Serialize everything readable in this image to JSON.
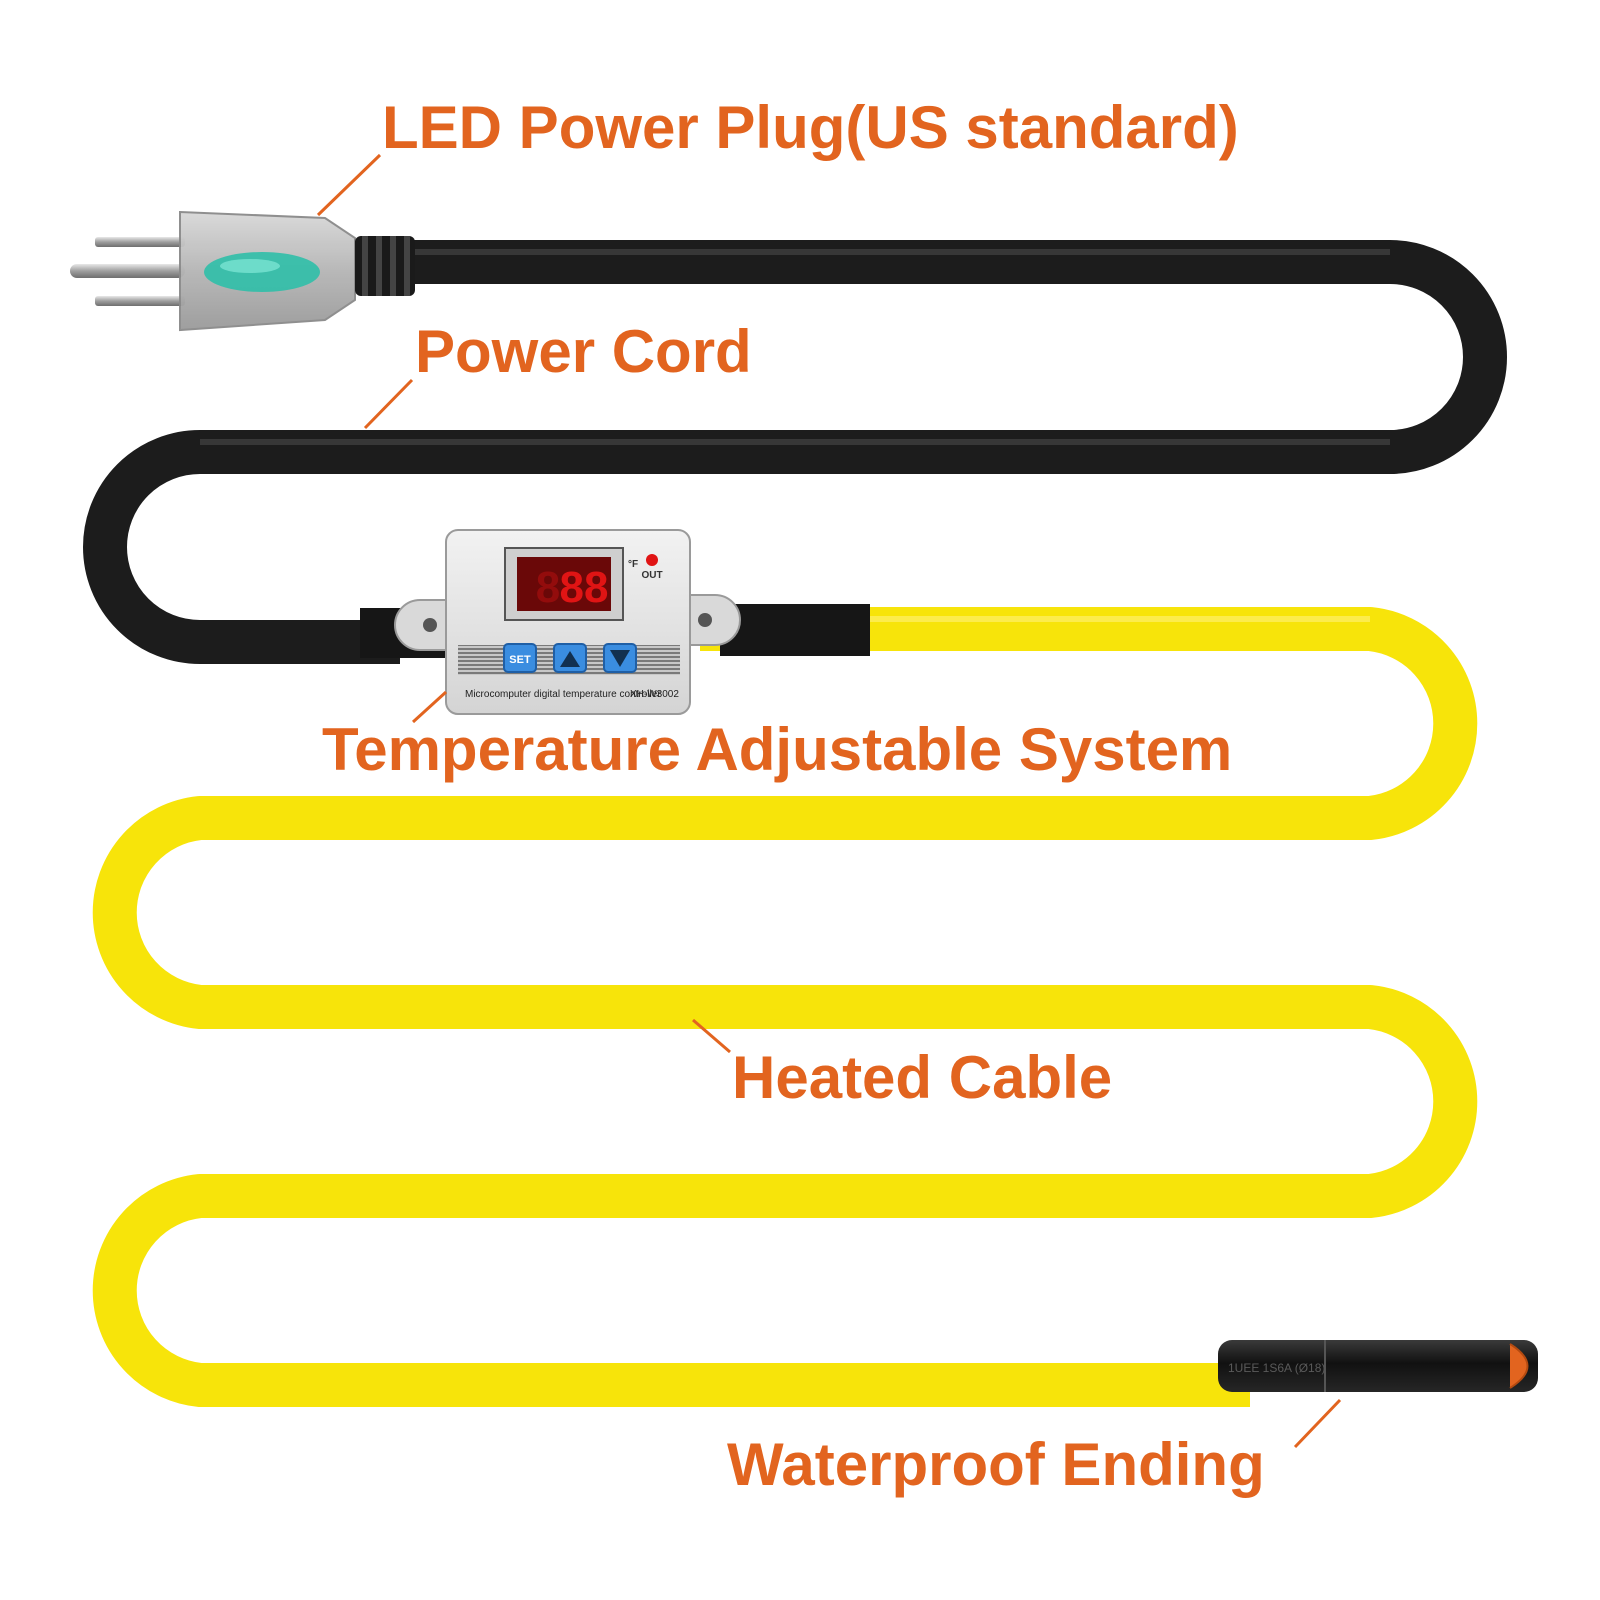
{
  "labels": {
    "plug": "LED Power Plug(US standard)",
    "cord": "Power Cord",
    "controller": "Temperature Adjustable System",
    "cable": "Heated Cable",
    "ending": "Waterproof Ending"
  },
  "controller": {
    "display_value": "88",
    "unit": "°F",
    "out_label": "OUT",
    "set_button": "SET",
    "description": "Microcomputer digital temperature controller",
    "model": "XH-W3002"
  },
  "ending_marking": "1UEE 1S6A (Ø18)",
  "colors": {
    "label_orange": "#e2641f",
    "cord_black": "#1c1c1c",
    "cable_yellow": "#f7e40a",
    "display_red": "#e01414",
    "button_blue": "#3a8de0",
    "plug_teal": "#2fbfa8"
  }
}
